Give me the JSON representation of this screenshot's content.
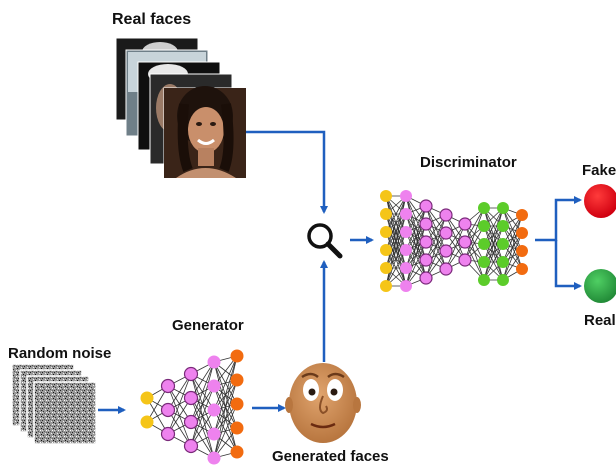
{
  "labels": {
    "real_faces": "Real faces",
    "discriminator": "Discriminator",
    "fake": "Fake",
    "real": "Real",
    "generator": "Generator",
    "random_noise": "Random noise",
    "generated_faces": "Generated faces"
  },
  "colors": {
    "arrow": "#1f5fbf",
    "node_yellow": "#f5c518",
    "node_pink": "#ee82ee",
    "node_green": "#5ccc2a",
    "node_orange": "#f26b10",
    "fake_light": "#e8121a",
    "real_light": "#2fa84a",
    "face_skin": "#c98852"
  },
  "icons": [
    "real-face-photo-stack",
    "noise-image-stack",
    "magnifier-icon",
    "generated-face-icon",
    "neural-network-generator",
    "neural-network-discriminator"
  ]
}
